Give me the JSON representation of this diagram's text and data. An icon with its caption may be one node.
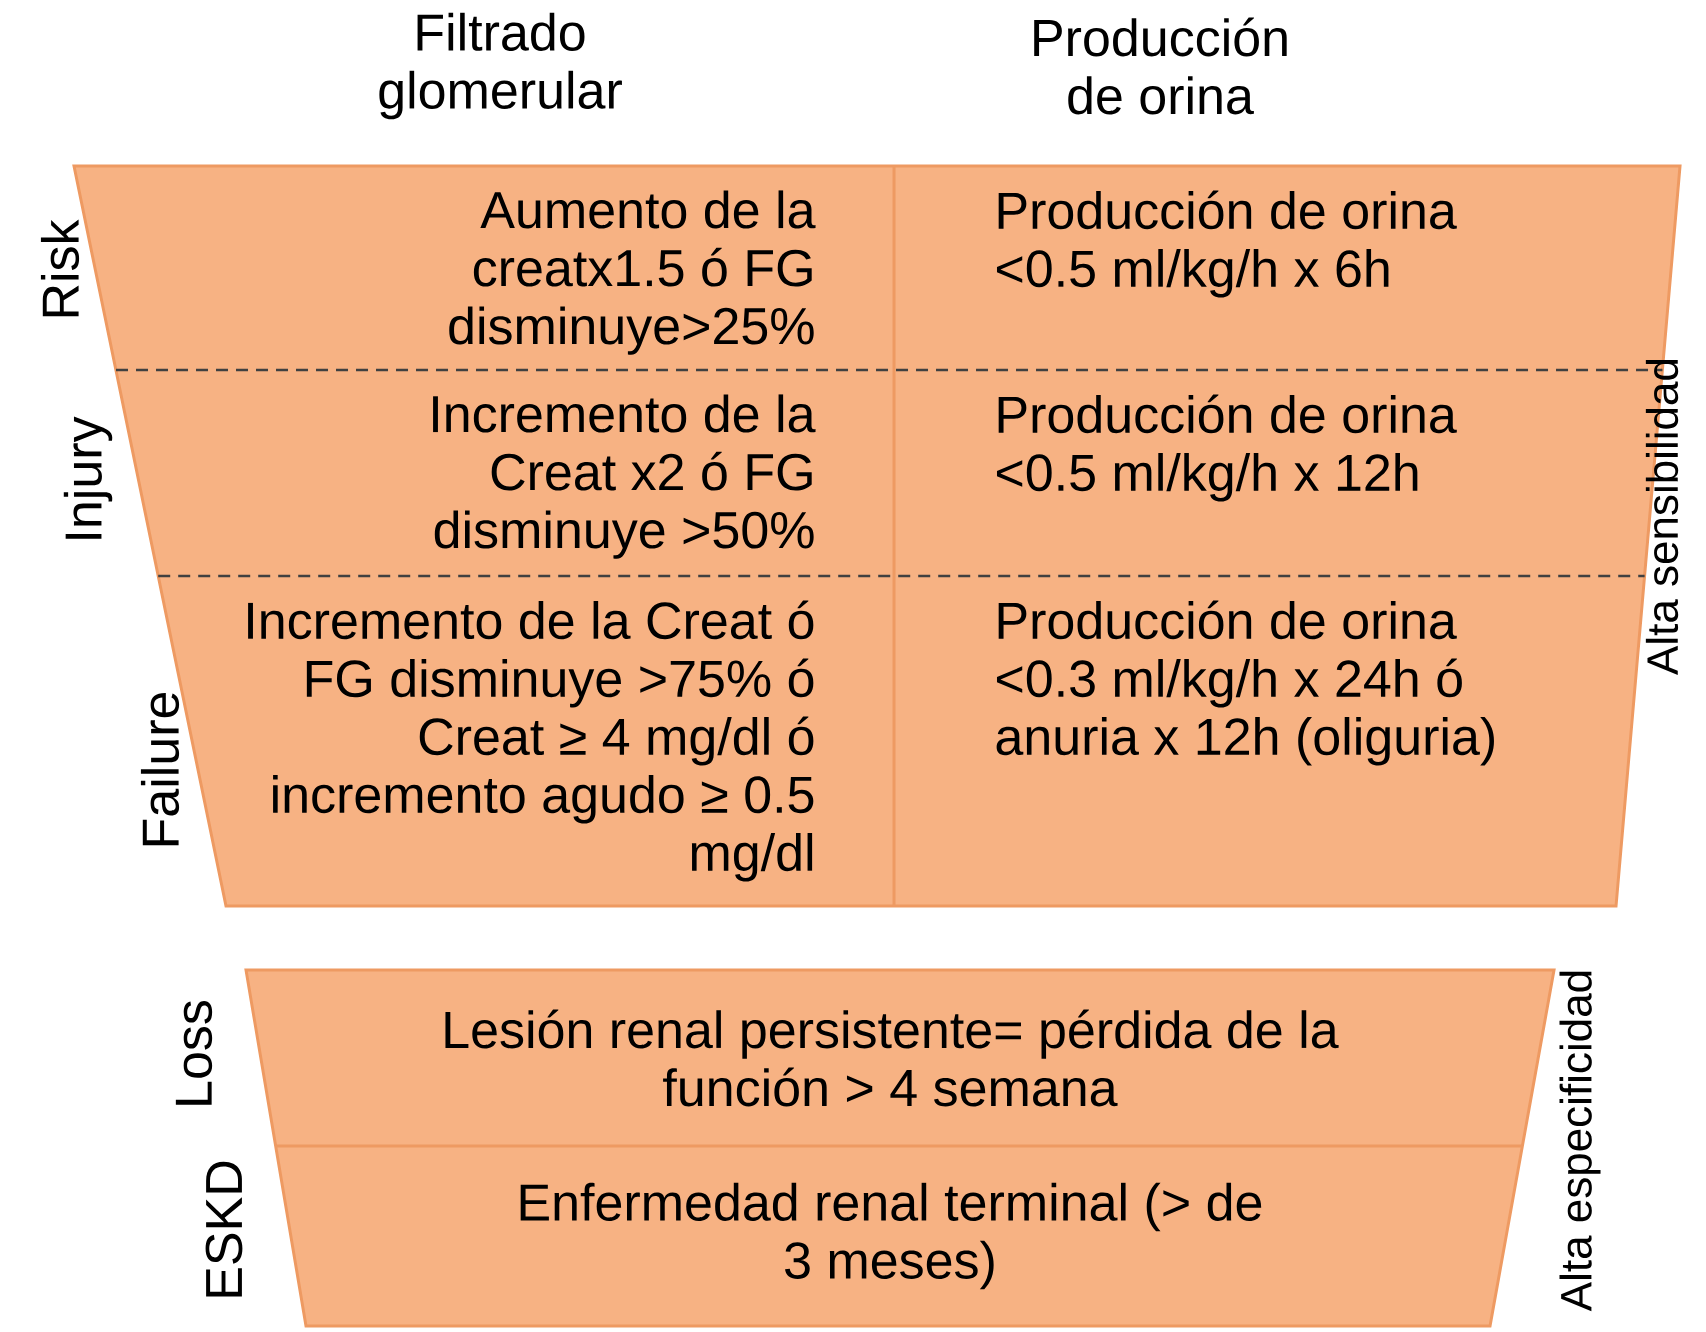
{
  "diagram": {
    "nodes": [
      {
        "text": [
          "Aumento de la creatx1.5 ó FG disminuye>25%",
          "Producción de orina <0.5 ml/kg/h x 6h"
        ],
        "beside": [
          "Risk"
        ]
      },
      {
        "text": [
          "Incremento de la Creat x2 ó FG disminuye >50%",
          "Producción de orina <0.5 ml/kg/h x 12h"
        ],
        "beside": [
          "Injury"
        ]
      },
      {
        "text": [
          "Incremento de la Creat ó FG disminuye >75% ó Creat ≥ 4 mg/dl ó incremento agudo ≥ 0.5 mg/dl",
          "Producción de orina <0.3 ml/kg/h x 24h ó anuria x 12h (oliguria)"
        ],
        "beside": [
          "Failure"
        ]
      },
      {
        "text": [
          "Lesión renal persistente= pérdida de la función > 4 semana"
        ],
        "beside": [
          "Loss"
        ]
      },
      {
        "text": [
          "Enfermedad renal terminal (> de 3 meses)"
        ],
        "beside": [
          "ESKD"
        ]
      }
    ],
    "labels": [
      "Filtrado glomerular",
      "Producción de orina",
      "Alta sensibilidad",
      "Alta especificidad"
    ]
  }
}
